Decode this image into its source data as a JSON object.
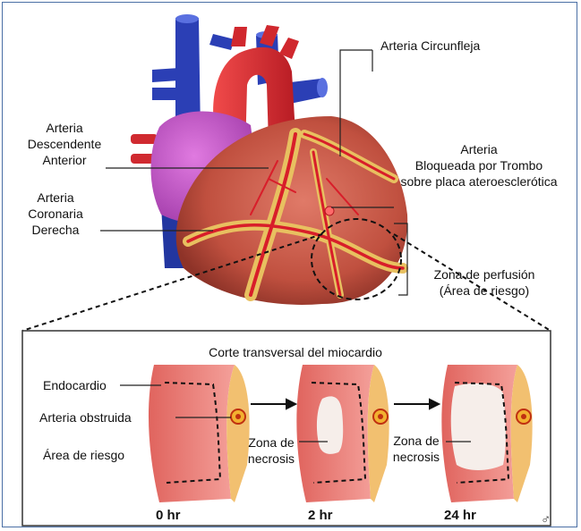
{
  "labels": {
    "circunfleja": "Arteria Circunfleja",
    "descendente": [
      "Arteria",
      "Descendente",
      "Anterior"
    ],
    "bloqueada": [
      "Arteria",
      "Bloqueada por Trombo",
      "sobre placa ateroesclerótica"
    ],
    "coronaria": [
      "Arteria",
      "Coronaria",
      "Derecha"
    ],
    "perfusion": [
      "Zona de perfusión",
      "(Área de riesgo)"
    ]
  },
  "panel": {
    "title": "Corte transversal del miocardio",
    "endocardio": "Endocardio",
    "arteria_obstruida": "Arteria obstruida",
    "area_riesgo": "Área de riesgo",
    "necrosis_1": [
      "Zona de",
      "necrosis"
    ],
    "necrosis_2": [
      "Zona de",
      "necrosis"
    ],
    "times": [
      "0 hr",
      "2 hr",
      "24 hr"
    ]
  },
  "colors": {
    "vein_blue": "#2b3fb5",
    "artery_red": "#e0303a",
    "atrium_pink": "#c85ac8",
    "myocardium": "#c8584c",
    "fat_yellow": "#e8c060",
    "tissue": "#f08a86",
    "necrosis": "#f4ece8"
  }
}
